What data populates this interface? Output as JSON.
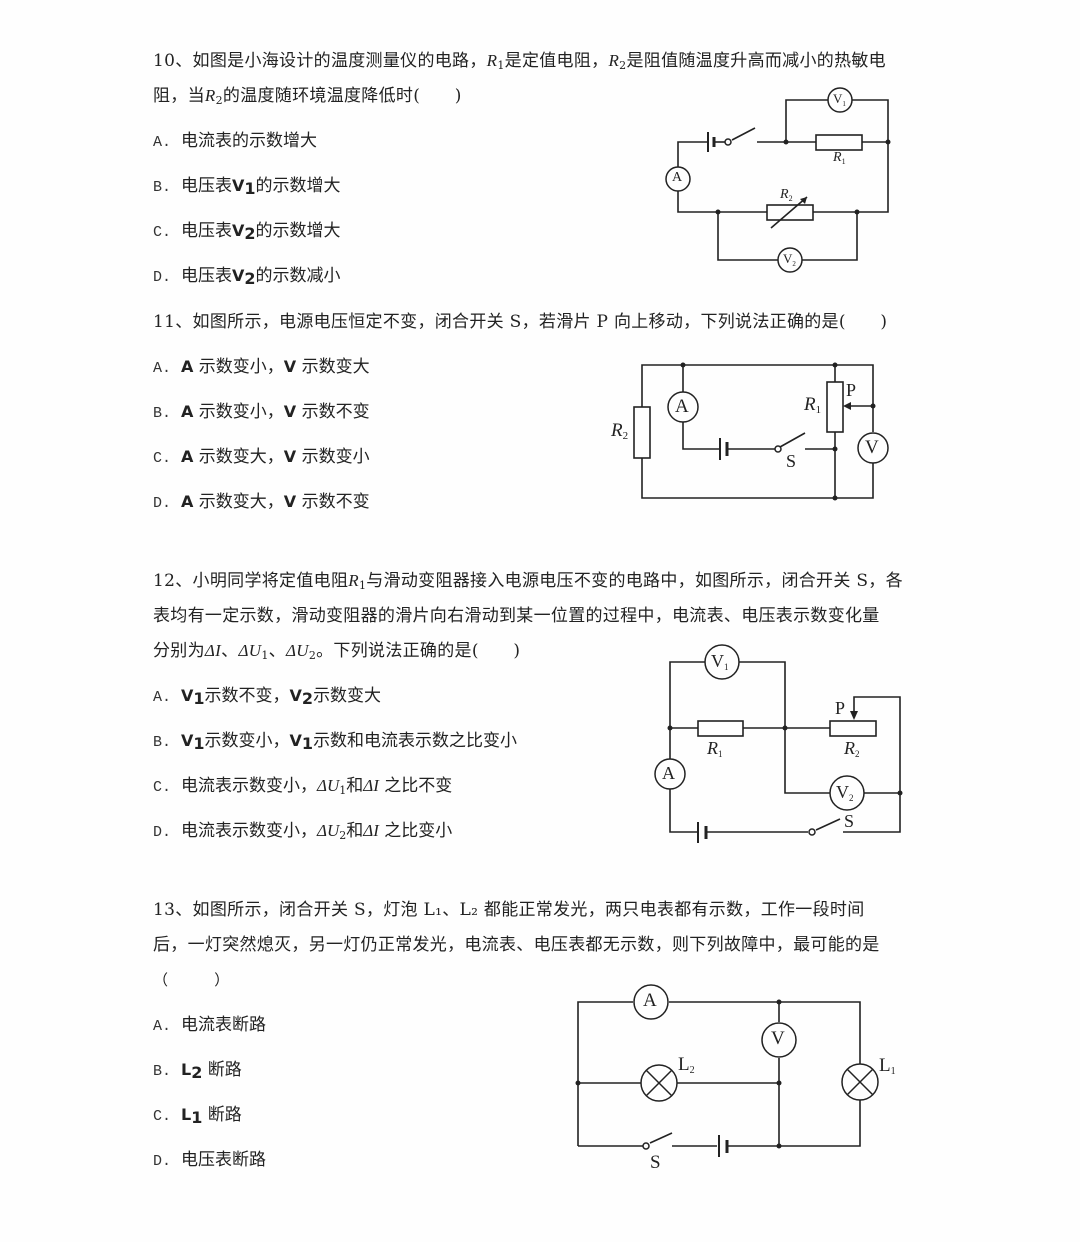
{
  "questions": [
    {
      "number": "10、",
      "line1": "如图是小海设计的温度测量仪的电路，",
      "r1": "R",
      "r1_sub": "1",
      "line1b": "是定值电阻，",
      "r2": "R",
      "r2_sub": "2",
      "line1c": "是阻值随温度升高而减小的热敏电",
      "line2a": "阻，当",
      "line2r": "R",
      "line2r_sub": "2",
      "line2b": "的温度随环境温度降低时(　　)",
      "options": [
        {
          "label": "A.",
          "text": "电流表的示数增大"
        },
        {
          "label": "B.",
          "pre": "电压表",
          "sym": "V",
          "sub": "1",
          "post": "的示数增大"
        },
        {
          "label": "C.",
          "pre": "电压表",
          "sym": "V",
          "sub": "2",
          "post": "的示数增大"
        },
        {
          "label": "D.",
          "pre": "电压表",
          "sym": "V",
          "sub": "2",
          "post": "的示数减小"
        }
      ],
      "diagram": {
        "ammeter": "A",
        "v1": "V",
        "v1_sub": "1",
        "v2": "V",
        "v2_sub": "2",
        "r1": "R",
        "r1_sub": "1",
        "r2": "R",
        "r2_sub": "2"
      }
    },
    {
      "number": "11、",
      "line1": "如图所示，电源电压恒定不变，闭合开关 S，若滑片 P 向上移动，下列说法正确的是(　　)",
      "options": [
        {
          "label": "A.",
          "a": "A",
          "t1": "示数变小，",
          "v": "V",
          "t2": "示数变大"
        },
        {
          "label": "B.",
          "a": "A",
          "t1": "示数变小，",
          "v": "V",
          "t2": "示数不变"
        },
        {
          "label": "C.",
          "a": "A",
          "t1": "示数变大，",
          "v": "V",
          "t2": "示数变小"
        },
        {
          "label": "D.",
          "a": "A",
          "t1": "示数变大，",
          "v": "V",
          "t2": "示数不变"
        }
      ],
      "diagram": {
        "ammeter": "A",
        "voltmeter": "V",
        "r1": "R",
        "r1_sub": "1",
        "r2": "R",
        "r2_sub": "2",
        "slider": "P",
        "switch": "S"
      }
    },
    {
      "number": "12、",
      "line1a": "小明同学将定值电阻",
      "line1r": "R",
      "line1r_sub": "1",
      "line1b": "与滑动变阻器接入电源电压不变的电路中，如图所示，闭合开关 S，各",
      "line2": "表均有一定示数，滑动变阻器的滑片向右滑动到某一位置的过程中，电流表、电压表示数变化量",
      "line3a": "分别为",
      "line3_di": "ΔI",
      "line3_sep1": "、",
      "line3_du1": "ΔU",
      "line3_du1_sub": "1",
      "line3_sep2": "、",
      "line3_du2": "ΔU",
      "line3_du2_sub": "2",
      "line3b": "。下列说法正确的是(　　)",
      "options": [
        {
          "label": "A.",
          "s1": "V",
          "s1_sub": "1",
          "t1": "示数不变，",
          "s2": "V",
          "s2_sub": "2",
          "t2": "示数变大"
        },
        {
          "label": "B.",
          "s1": "V",
          "s1_sub": "1",
          "t1": "示数变小，",
          "s2": "V",
          "s2_sub": "1",
          "t2": "示数和电流表示数之比变小"
        },
        {
          "label": "C.",
          "pre": "电流表示数变小，",
          "du": "ΔU",
          "du_sub": "1",
          "mid": "和",
          "di": "ΔI",
          "post": " 之比不变"
        },
        {
          "label": "D.",
          "pre": "电流表示数变小，",
          "du": "ΔU",
          "du_sub": "2",
          "mid": "和",
          "di": "ΔI",
          "post": " 之比变小"
        }
      ],
      "diagram": {
        "ammeter": "A",
        "v1": "V",
        "v1_sub": "1",
        "v2": "V",
        "v2_sub": "2",
        "r1": "R",
        "r1_sub": "1",
        "r2": "R",
        "r2_sub": "2",
        "slider": "P",
        "switch": "S"
      }
    },
    {
      "number": "13、",
      "line1": "如图所示，闭合开关 S，灯泡 L₁、L₂ 都能正常发光，两只电表都有示数，工作一段时间",
      "line2": "后，一灯突然熄灭，另一灯仍正常发光，电流表、电压表都无示数，则下列故障中，最可能的是",
      "line3": "（　　　）",
      "options": [
        {
          "label": "A.",
          "text": "电流表断路"
        },
        {
          "label": "B.",
          "sym": "L",
          "sub": "2",
          "post": " 断路"
        },
        {
          "label": "C.",
          "sym": "L",
          "sub": "1",
          "post": " 断路"
        },
        {
          "label": "D.",
          "text": "电压表断路"
        }
      ],
      "diagram": {
        "ammeter": "A",
        "voltmeter": "V",
        "l1": "L",
        "l1_sub": "1",
        "l2": "L",
        "l2_sub": "2",
        "switch": "S"
      }
    }
  ]
}
